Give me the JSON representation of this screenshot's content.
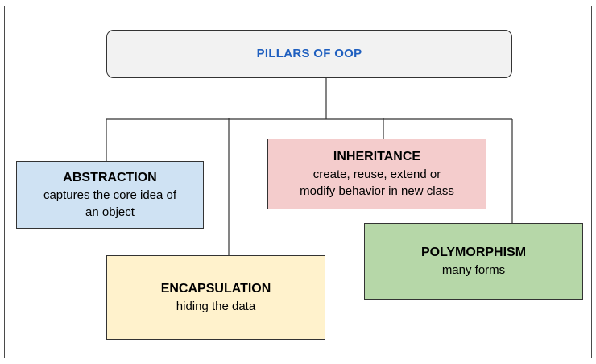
{
  "root": {
    "title": "PILLARS OF OOP"
  },
  "pillars": [
    {
      "id": "abstraction",
      "title": "ABSTRACTION",
      "description_lines": [
        "captures the core idea of",
        "an object"
      ]
    },
    {
      "id": "inheritance",
      "title": "INHERITANCE",
      "description_lines": [
        "create, reuse, extend or",
        "modify behavior in new class"
      ]
    },
    {
      "id": "encapsulation",
      "title": "ENCAPSULATION",
      "description_lines": [
        "hiding the data"
      ]
    },
    {
      "id": "polymorphism",
      "title": "POLYMORPHISM",
      "description_lines": [
        "many forms"
      ]
    }
  ],
  "colors": {
    "root_fill": "#f2f2f2",
    "root_text": "#1f5fbf",
    "abstraction_fill": "#cfe2f3",
    "inheritance_fill": "#f4cccc",
    "encapsulation_fill": "#fff2cc",
    "polymorphism_fill": "#b6d7a8",
    "line": "#333333"
  }
}
